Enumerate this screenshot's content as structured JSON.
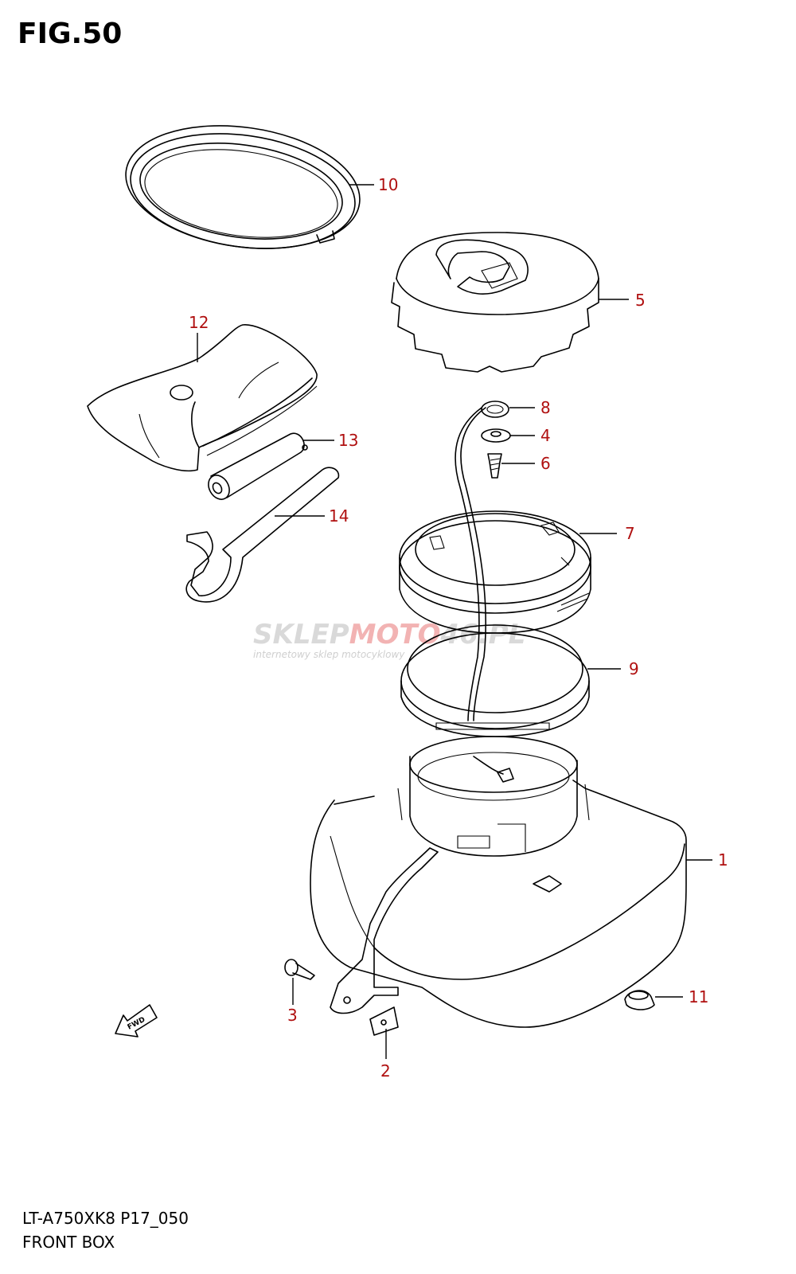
{
  "figure": {
    "title": "FIG.50"
  },
  "footer": {
    "model_code": "LT-A750XK8 P17_050",
    "section_name": "FRONT BOX"
  },
  "watermark": {
    "brand_grey": "SKLEP",
    "brand_red": "MOTO",
    "brand_suffix": "46",
    "brand_domain": ".PL",
    "tagline": "internetowy sklep motocyklowy"
  },
  "fwd_label": "FWD",
  "callouts": {
    "c1": "1",
    "c2": "2",
    "c3": "3",
    "c4": "4",
    "c5": "5",
    "c6": "6",
    "c7": "7",
    "c8": "8",
    "c9": "9",
    "c10": "10",
    "c11": "11",
    "c12": "12",
    "c13": "13",
    "c14": "14"
  },
  "colors": {
    "callout": "#b01010",
    "line": "#000000",
    "watermark": "#d9d9d9"
  }
}
